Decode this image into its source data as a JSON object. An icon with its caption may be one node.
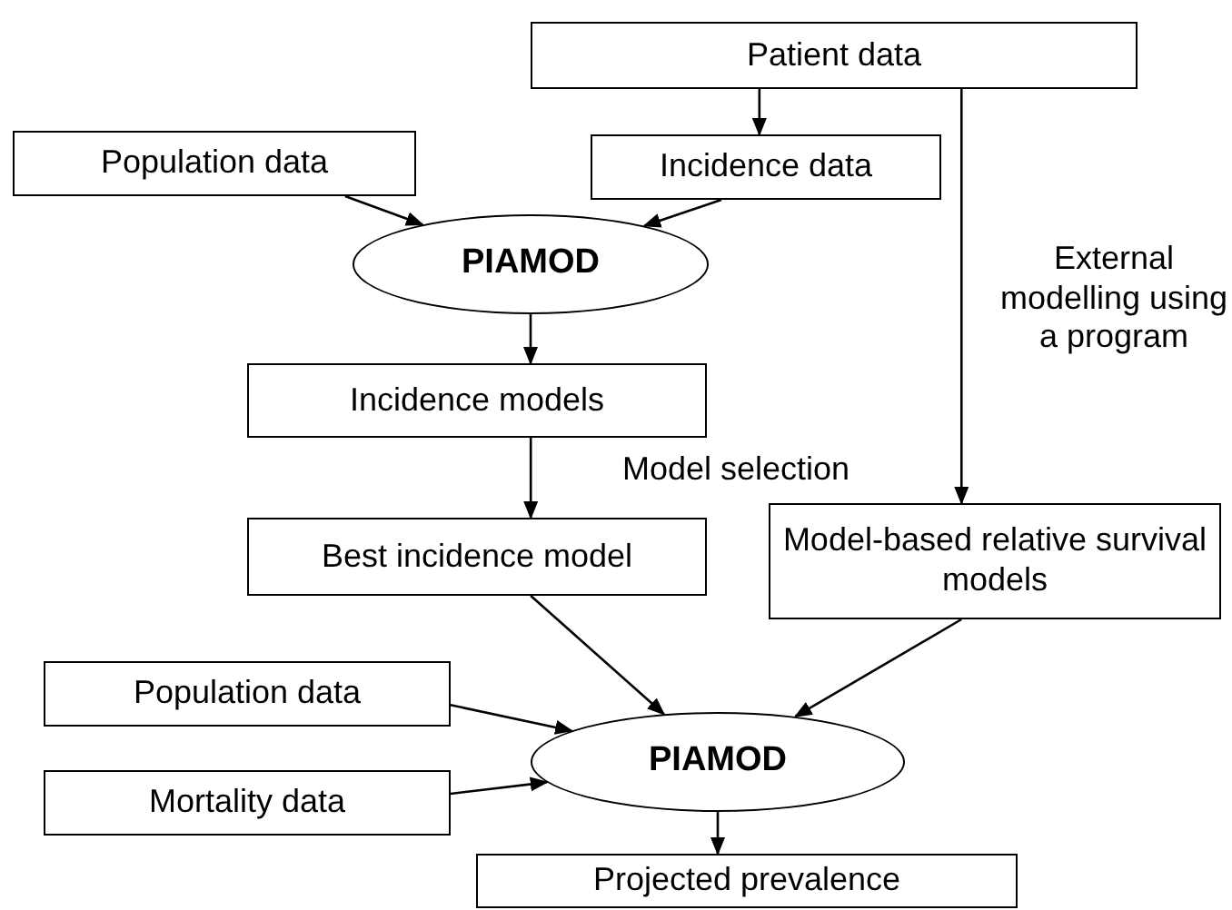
{
  "diagram": {
    "nodes": [
      {
        "text": [
          "Patient data"
        ]
      },
      {
        "text": [
          "Population data"
        ]
      },
      {
        "text": [
          "Incidence data"
        ]
      },
      {
        "text": [
          "PIAMOD"
        ]
      },
      {
        "text": [
          "Incidence models"
        ]
      },
      {
        "text": [
          "Best incidence model"
        ]
      },
      {
        "text": [
          "Model-based relative survival models"
        ]
      },
      {
        "text": [
          "Population data"
        ]
      },
      {
        "text": [
          "Mortality data"
        ]
      },
      {
        "text": [
          "PIAMOD"
        ]
      },
      {
        "text": [
          "Projected prevalence"
        ]
      }
    ],
    "edges": [
      {
        "from": 0,
        "to": 2,
        "arrow": "to"
      },
      {
        "from": 1,
        "to": 3,
        "arrow": "to"
      },
      {
        "from": 2,
        "to": 3,
        "arrow": "to"
      },
      {
        "from": 3,
        "to": 4,
        "arrow": "to"
      },
      {
        "from": 4,
        "to": 5,
        "arrow": "to"
      },
      {
        "from": 0,
        "to": 6,
        "arrow": "to"
      },
      {
        "from": 5,
        "to": 9,
        "arrow": "to"
      },
      {
        "from": 6,
        "to": 9,
        "arrow": "to"
      },
      {
        "from": 7,
        "to": 9,
        "arrow": "to"
      },
      {
        "from": 8,
        "to": 9,
        "arrow": "to"
      },
      {
        "from": 9,
        "to": 10,
        "arrow": "to"
      }
    ],
    "labels": [
      "External modelling using a program",
      "Model selection"
    ]
  }
}
